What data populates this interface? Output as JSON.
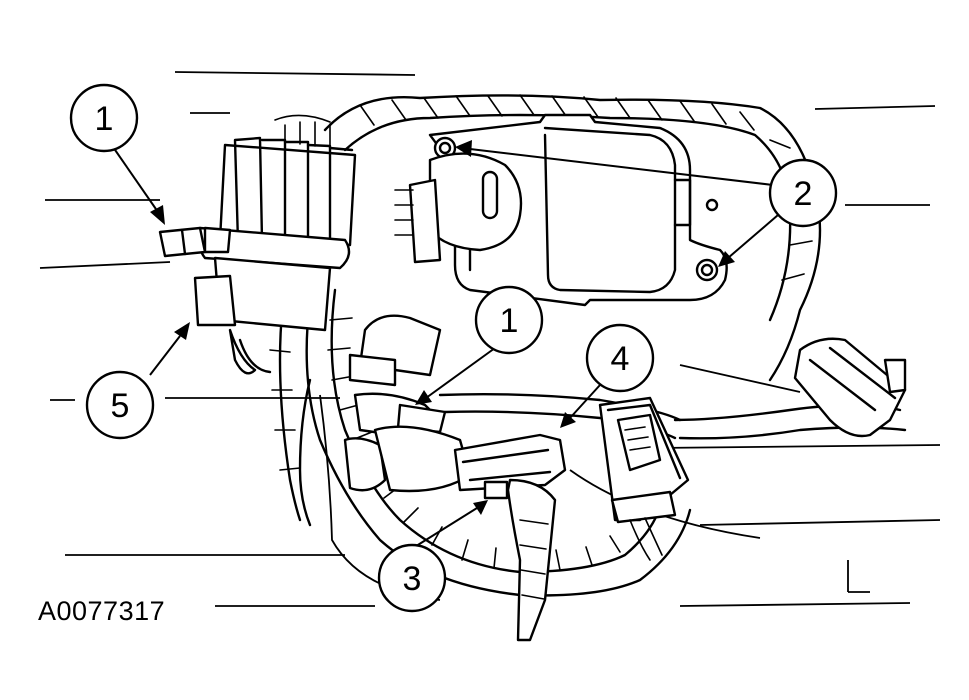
{
  "figure_id": "A0077317",
  "callouts": [
    {
      "id": "c1a",
      "label": "1"
    },
    {
      "id": "c1b",
      "label": "1"
    },
    {
      "id": "c2",
      "label": "2"
    },
    {
      "id": "c3",
      "label": "3"
    },
    {
      "id": "c4",
      "label": "4"
    },
    {
      "id": "c5",
      "label": "5"
    }
  ],
  "colors": {
    "ink": "#000000",
    "paper": "#ffffff"
  }
}
